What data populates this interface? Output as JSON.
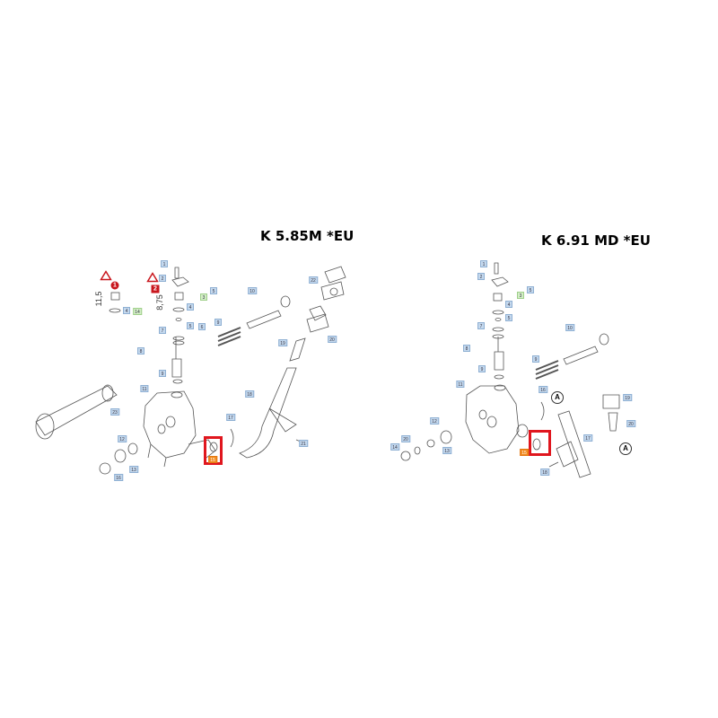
{
  "diagrams": [
    {
      "title": "K 5.85M *EU",
      "dimensions": [
        "11,5",
        "8,75"
      ],
      "warning_badges": [
        "1",
        "2"
      ],
      "callouts": [
        "1",
        "2",
        "3",
        "5",
        "4",
        "4",
        "14",
        "5",
        "6",
        "7",
        "8",
        "9",
        "10",
        "9",
        "22",
        "20",
        "19",
        "18",
        "11",
        "23",
        "17",
        "21",
        "12",
        "13",
        "16",
        "15"
      ],
      "highlighted_part": "15"
    },
    {
      "title": "K 6.91 MD *EU",
      "connection_marks": [
        "A",
        "A"
      ],
      "callouts": [
        "1",
        "2",
        "3",
        "5",
        "4",
        "5",
        "7",
        "8",
        "9",
        "10",
        "9",
        "11",
        "16",
        "19",
        "20",
        "17",
        "12",
        "13",
        "20",
        "14",
        "15",
        "18"
      ],
      "highlighted_part": "15"
    }
  ],
  "colors": {
    "highlight": "#e0161e",
    "callout": "#c5d9ee",
    "callout_green": "#d4efc7",
    "callout_orange": "#f28a1e",
    "warning": "#c8161d"
  }
}
